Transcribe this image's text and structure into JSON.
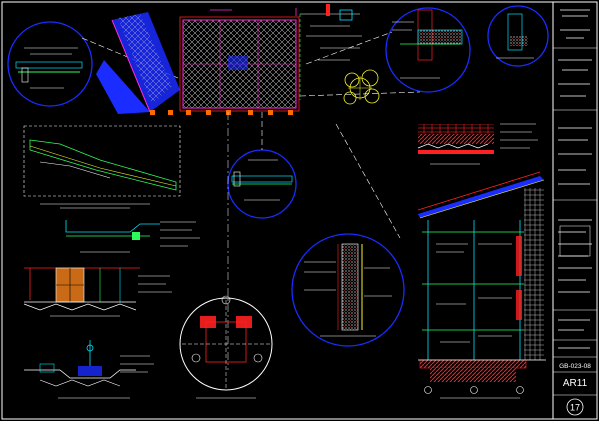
{
  "drawing": {
    "title_block": {
      "drawing_code": "GB-023-08",
      "sheet_id": "AR11",
      "sheet_number": "17"
    }
  },
  "colors": {
    "background": "#000000",
    "line_white": "#ffffff",
    "line_blue": "#1a2cff",
    "line_cyan": "#00e5ff",
    "line_green": "#2bff5a",
    "line_yellow": "#f4f42a",
    "line_red": "#ff2020",
    "line_magenta": "#ff2bd6"
  }
}
